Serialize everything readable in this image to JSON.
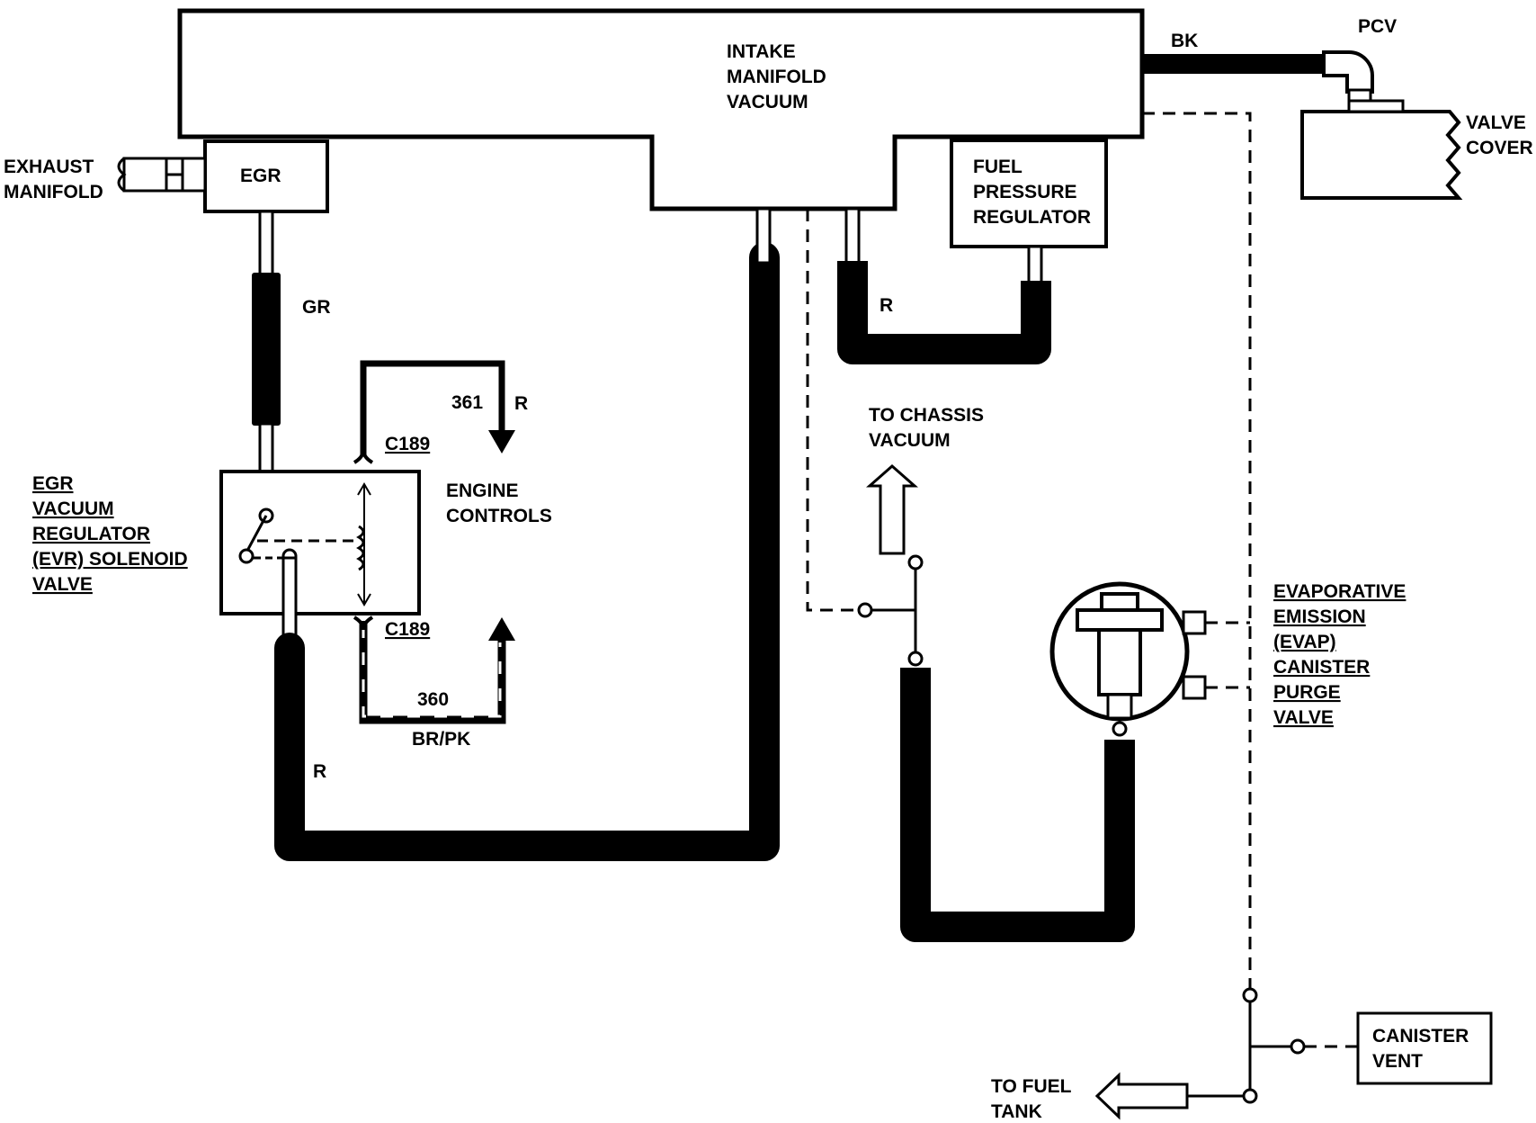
{
  "components": {
    "intake_manifold": [
      "INTAKE",
      "MANIFOLD",
      "VACUUM"
    ],
    "egr": "EGR",
    "exhaust_manifold": [
      "EXHAUST",
      "MANIFOLD"
    ],
    "pcv": "PCV",
    "valve_cover": [
      "VALVE",
      "COVER"
    ],
    "fuel_pressure_regulator": [
      "FUEL",
      "PRESSURE",
      "REGULATOR"
    ],
    "evr_solenoid": [
      "EGR",
      "VACUUM",
      "REGULATOR",
      "(EVR) SOLENOID",
      "VALVE"
    ],
    "engine_controls": [
      "ENGINE",
      "CONTROLS"
    ],
    "to_chassis_vacuum": [
      "TO CHASSIS",
      "VACUUM"
    ],
    "evap_purge_valve": [
      "EVAPORATIVE",
      "EMISSION",
      "(EVAP)",
      "CANISTER",
      "PURGE",
      "VALVE"
    ],
    "canister_vent": [
      "CANISTER",
      "VENT"
    ],
    "to_fuel_tank": [
      "TO FUEL",
      "TANK"
    ]
  },
  "hoses": {
    "pcv_hose_color": "BK",
    "egr_hose_color": "GR",
    "evr_hose_color": "R",
    "fpr_hose_color": "R"
  },
  "circuits": {
    "upper_circuit": "361",
    "upper_circuit_color": "R",
    "lower_circuit": "360",
    "lower_circuit_color": "BR/PK",
    "connector_top": "C189",
    "connector_bottom": "C189"
  },
  "colors": {
    "line": "#000000",
    "background": "#ffffff"
  }
}
